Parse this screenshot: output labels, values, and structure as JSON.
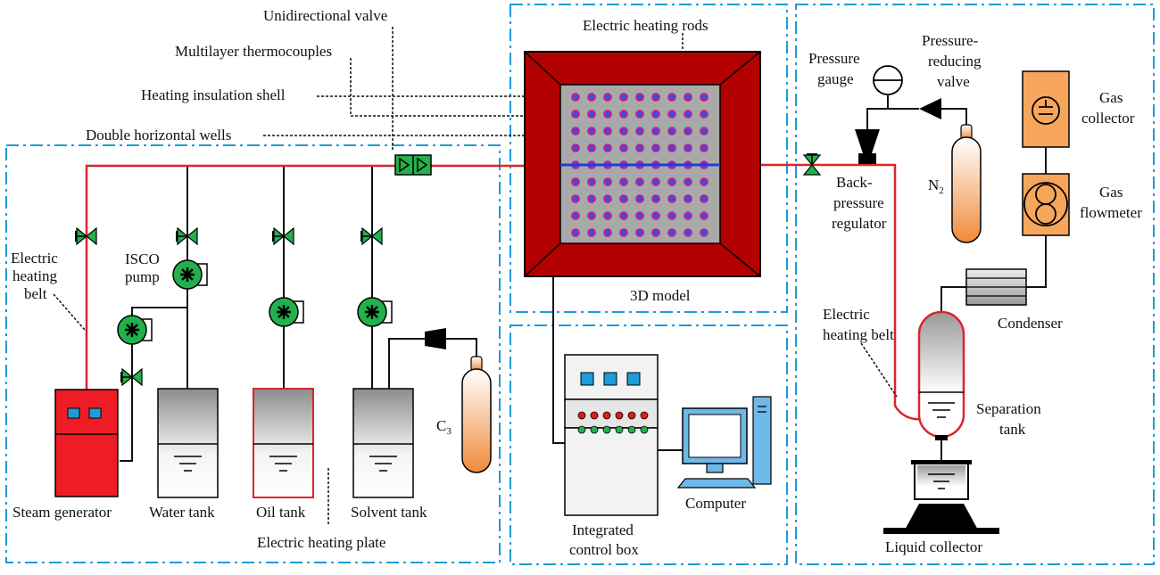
{
  "colors": {
    "pipe": "#d8262b",
    "line": "#111111",
    "frame": "#1a9bd7",
    "shell": "#b30000",
    "chamber": "#a9a9a9",
    "well": "#1f3de0",
    "valve": "#22b14c",
    "steam": "#ee1c24",
    "gas": "#f6a65b",
    "screen": "#1e9cd7"
  },
  "labels": {
    "unidirectional_valve": "Unidirectional valve",
    "multilayer_thermocouples": "Multilayer thermocouples",
    "heating_insulation_shell": "Heating insulation shell",
    "double_horizontal_wells": "Double horizontal wells",
    "electric_heating_rods": "Electric heating rods",
    "model_3d": "3D  model",
    "isco_pump_1": "ISCO",
    "isco_pump_2": "pump",
    "electric_heating_belt_left_1": "Electric",
    "electric_heating_belt_left_2": "heating",
    "electric_heating_belt_left_3": "belt",
    "steam_generator": "Steam generator",
    "water_tank": "Water tank",
    "oil_tank": "Oil tank",
    "solvent_tank": "Solvent tank",
    "electric_heating_plate": "Electric heating plate",
    "c3_main": "C",
    "c3_sub": "3",
    "integrated_control_box_1": "Integrated",
    "integrated_control_box_2": "control box",
    "computer": "Computer",
    "pressure_gauge_1": "Pressure",
    "pressure_gauge_2": "gauge",
    "pressure_reducing_valve_1": "Pressure-",
    "pressure_reducing_valve_2": "reducing",
    "pressure_reducing_valve_3": "valve",
    "back_pressure_regulator_1": "Back-",
    "back_pressure_regulator_2": "pressure",
    "back_pressure_regulator_3": "regulator",
    "n2_main": "N",
    "n2_sub": "2",
    "gas_collector_1": "Gas",
    "gas_collector_2": "collector",
    "gas_flowmeter_1": "Gas",
    "gas_flowmeter_2": "flowmeter",
    "condenser": "Condenser",
    "electric_heating_belt_right_1": "Electric",
    "electric_heating_belt_right_2": "heating belt",
    "separation_tank_1": "Separation",
    "separation_tank_2": "tank",
    "liquid_collector": "Liquid collector"
  }
}
